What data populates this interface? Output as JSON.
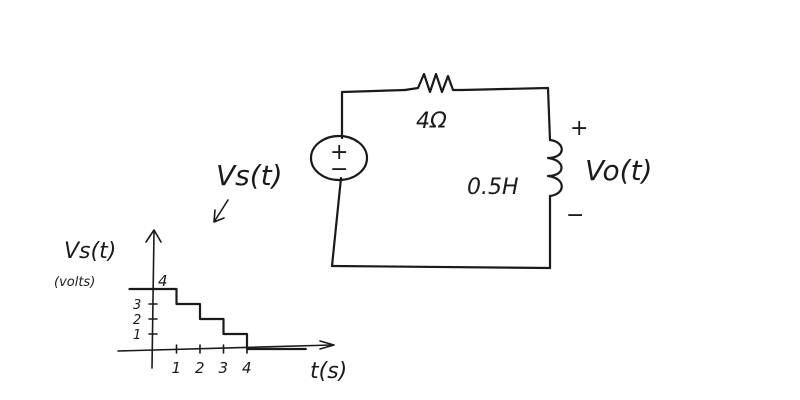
{
  "circuit": {
    "source_label": "Vs(t)",
    "source_symbol_plus": "+",
    "source_symbol_minus": "−",
    "resistor_label": "4Ω",
    "inductor_label": "0.5H",
    "output_label": "Vo(t)",
    "output_plus": "+",
    "output_minus": "−"
  },
  "graph": {
    "ylabel": "Vs(t)",
    "yunit": "(volts)",
    "xlabel": "t(s)",
    "top_value_label": "4",
    "y_ticks": [
      "1",
      "2",
      "3"
    ],
    "x_ticks": [
      "1",
      "2",
      "3",
      "4"
    ]
  },
  "chart_data": {
    "type": "line",
    "x": [
      -1,
      0,
      1,
      1,
      2,
      2,
      3,
      3,
      4,
      4,
      6.5
    ],
    "y": [
      4,
      4,
      4,
      3,
      3,
      2,
      2,
      1,
      1,
      0,
      0
    ],
    "xlabel": "t(s)",
    "ylabel": "Vs(t) (volts)"
  }
}
